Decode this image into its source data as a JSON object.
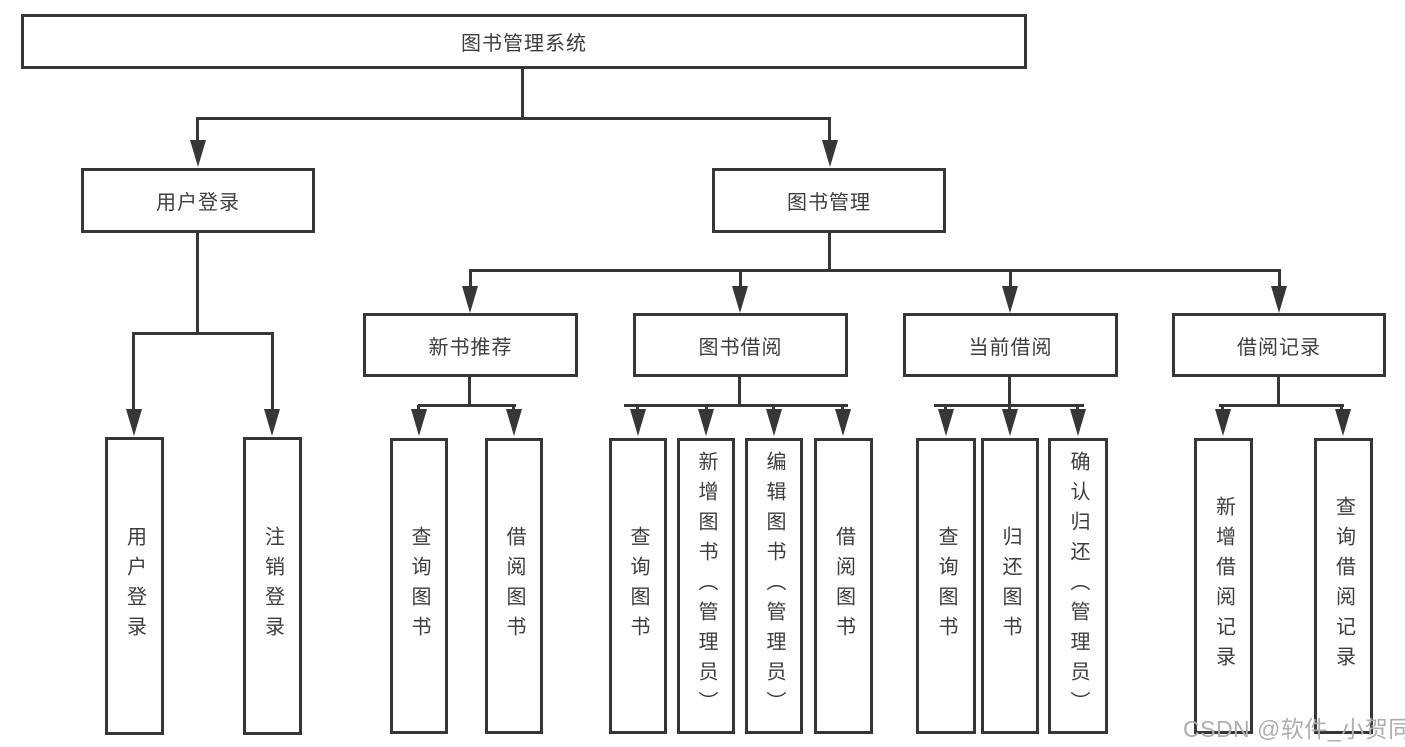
{
  "diagram": {
    "root": "图书管理系统",
    "login_branch": "用户登录",
    "mgmt_branch": "图书管理",
    "login_leaves": {
      "user_login": "用户登录",
      "logout": "注销登录"
    },
    "level3": {
      "new_rec": "新书推荐",
      "borrow": "图书借阅",
      "current": "当前借阅",
      "record": "借阅记录"
    },
    "leaves": {
      "nr_query": "查询图书",
      "nr_borrow": "借阅图书",
      "bb_query": "查询图书",
      "bb_add": "新增图书（管理员）",
      "bb_edit": "编辑图书（管理员）",
      "bb_borrow": "借阅图书",
      "cb_query": "查询图书",
      "cb_return": "归还图书",
      "cb_confirm": "确认归还（管理员）",
      "br_add": "新增借阅记录",
      "br_query": "查询借阅记录"
    }
  },
  "watermark": "CSDN @软件_小贺同学",
  "colors": {
    "line": "#363636",
    "text": "#3d3d3d",
    "background": "#ffffff",
    "watermark": "#aeaeae"
  }
}
